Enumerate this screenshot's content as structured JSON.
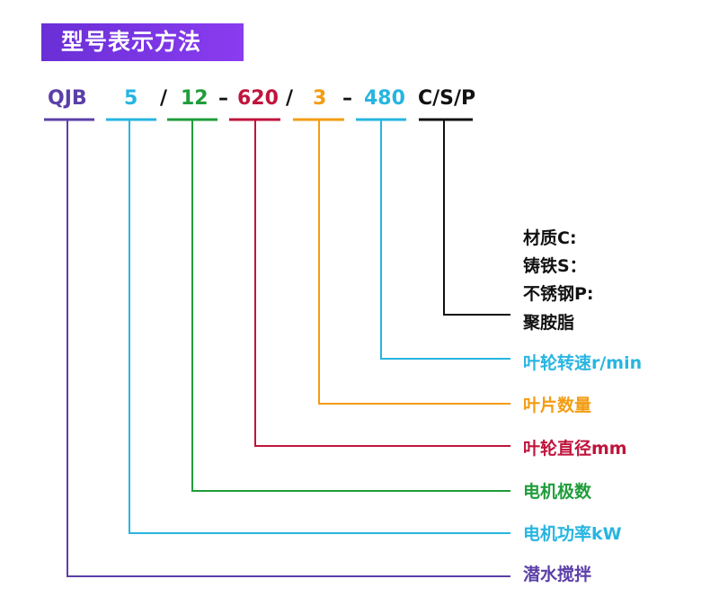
{
  "title": "型号表示方法",
  "model": {
    "qjb": "QJB",
    "power": "5",
    "slash1": "/",
    "poles": "12",
    "dash1": "–",
    "diameter": "620",
    "slash2": "/",
    "blades": "3",
    "dash2": "–",
    "speed": "480",
    "material": "C/S/P"
  },
  "material_desc": [
    "材质C:",
    "铸铁S：",
    "不锈钢P:",
    "聚胺脂"
  ],
  "descriptions": {
    "speed": "叶轮转速r/min",
    "blades": "叶片数量",
    "diameter": "叶轮直径mm",
    "poles": "电机极数",
    "power": "电机功率kW",
    "type": "潜水搅拌"
  },
  "colors": {
    "purple": "#5b3fa8",
    "cyan": "#27b5e0",
    "green": "#1f9d3b",
    "red": "#c0143c",
    "orange": "#f39c12",
    "black": "#111111"
  }
}
